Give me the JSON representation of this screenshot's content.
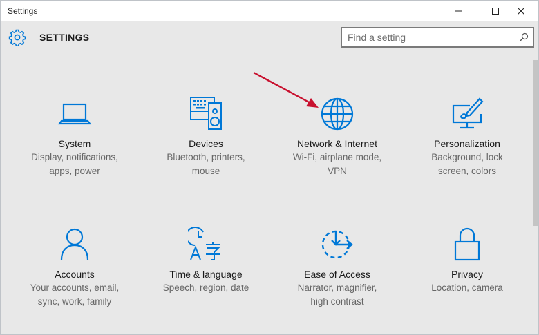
{
  "window": {
    "title": "Settings"
  },
  "header": {
    "title": "SETTINGS",
    "search_placeholder": "Find a setting"
  },
  "colors": {
    "accent": "#0078d7",
    "arrow": "#c8102e"
  },
  "tiles": [
    {
      "name": "System",
      "desc1": "Display, notifications,",
      "desc2": "apps, power",
      "icon": "laptop-icon"
    },
    {
      "name": "Devices",
      "desc1": "Bluetooth, printers,",
      "desc2": "mouse",
      "icon": "keyboard-speaker-icon"
    },
    {
      "name": "Network & Internet",
      "desc1": "Wi-Fi, airplane mode,",
      "desc2": "VPN",
      "icon": "globe-icon"
    },
    {
      "name": "Personalization",
      "desc1": "Background, lock",
      "desc2": "screen, colors",
      "icon": "paintbrush-monitor-icon"
    },
    {
      "name": "Accounts",
      "desc1": "Your accounts, email,",
      "desc2": "sync, work, family",
      "icon": "person-icon"
    },
    {
      "name": "Time & language",
      "desc1": "Speech, region, date",
      "desc2": "",
      "icon": "clock-language-icon"
    },
    {
      "name": "Ease of Access",
      "desc1": "Narrator, magnifier,",
      "desc2": "high contrast",
      "icon": "ease-of-access-icon"
    },
    {
      "name": "Privacy",
      "desc1": "Location, camera",
      "desc2": "",
      "icon": "lock-icon"
    }
  ]
}
